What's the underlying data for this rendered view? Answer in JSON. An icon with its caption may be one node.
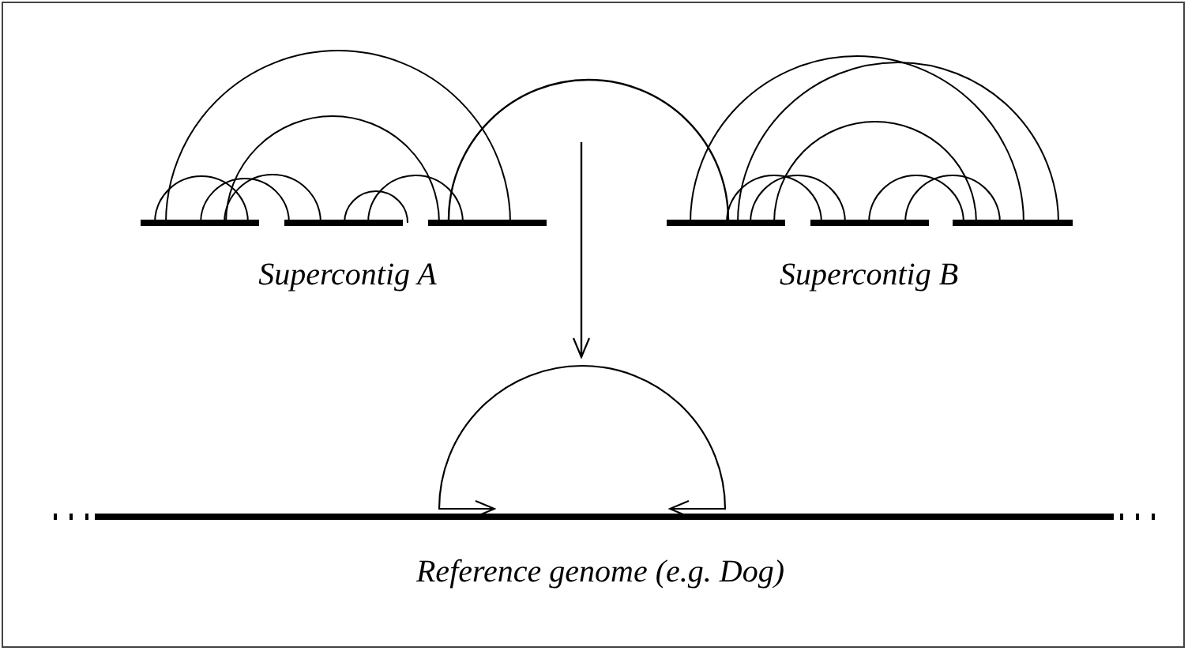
{
  "diagram": {
    "nodes": [
      {
        "text": [
          "Supercontig A"
        ]
      },
      {
        "text": [
          "Supercontig B"
        ]
      },
      {
        "text": [
          "Reference genome (e.g. Dog)"
        ]
      }
    ],
    "edges": [
      {
        "from": null,
        "to": 2,
        "arrow": "to"
      },
      {
        "from": 0,
        "to": 1,
        "arrow": "none"
      }
    ]
  }
}
